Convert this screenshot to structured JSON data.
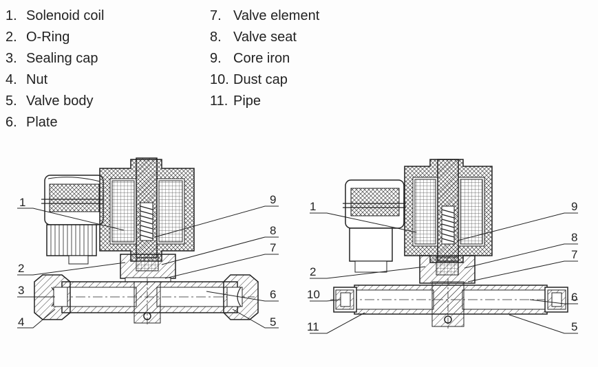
{
  "legend": {
    "left": [
      {
        "num": "1.",
        "label": "Solenoid coil"
      },
      {
        "num": "2.",
        "label": "O-Ring"
      },
      {
        "num": "3.",
        "label": "Sealing cap"
      },
      {
        "num": "4.",
        "label": "Nut"
      },
      {
        "num": "5.",
        "label": "Valve body"
      },
      {
        "num": "6.",
        "label": "Plate"
      }
    ],
    "right": [
      {
        "num": "7.",
        "label": "Valve element"
      },
      {
        "num": "8.",
        "label": "Valve seat"
      },
      {
        "num": "9.",
        "label": "Core iron"
      },
      {
        "num": "10.",
        "label": "Dust cap"
      },
      {
        "num": "11.",
        "label": "Pipe"
      }
    ]
  },
  "diagram_left": {
    "callouts": {
      "c1": "1",
      "c2": "2",
      "c3": "3",
      "c4": "4",
      "c5": "5",
      "c6": "6",
      "c7": "7",
      "c8": "8",
      "c9": "9"
    }
  },
  "diagram_right": {
    "callouts": {
      "c1": "1",
      "c2": "2",
      "c5": "5",
      "c6": "6",
      "c7": "7",
      "c8": "8",
      "c9": "9",
      "c10": "10",
      "c11": "11"
    }
  }
}
